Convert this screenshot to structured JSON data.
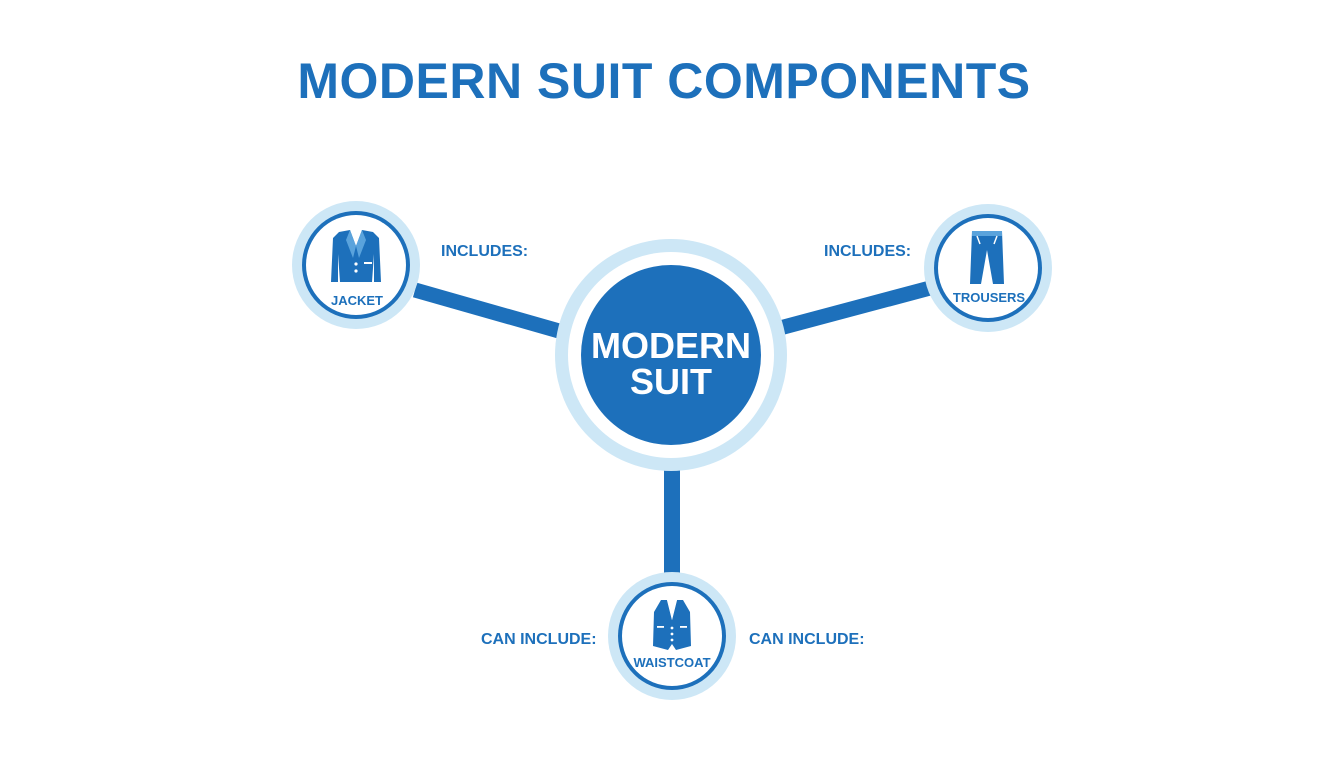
{
  "title": "MODERN SUIT COMPONENTS",
  "colors": {
    "primary": "#1d70bb",
    "ring_light": "#c6e4f5",
    "text_white": "#ffffff",
    "background": "#ffffff"
  },
  "center": {
    "line1": "MODERN",
    "line2": "SUIT"
  },
  "nodes": {
    "jacket": {
      "label": "JACKET",
      "connector": "INCLUDES:",
      "icon": "jacket-icon"
    },
    "trousers": {
      "label": "TROUSERS",
      "connector": "INCLUDES:",
      "icon": "trousers-icon"
    },
    "waistcoat": {
      "label": "WAISTCOAT",
      "connector_left": "CAN INCLUDE:",
      "connector_right": "CAN INCLUDE:",
      "icon": "waistcoat-icon"
    }
  }
}
